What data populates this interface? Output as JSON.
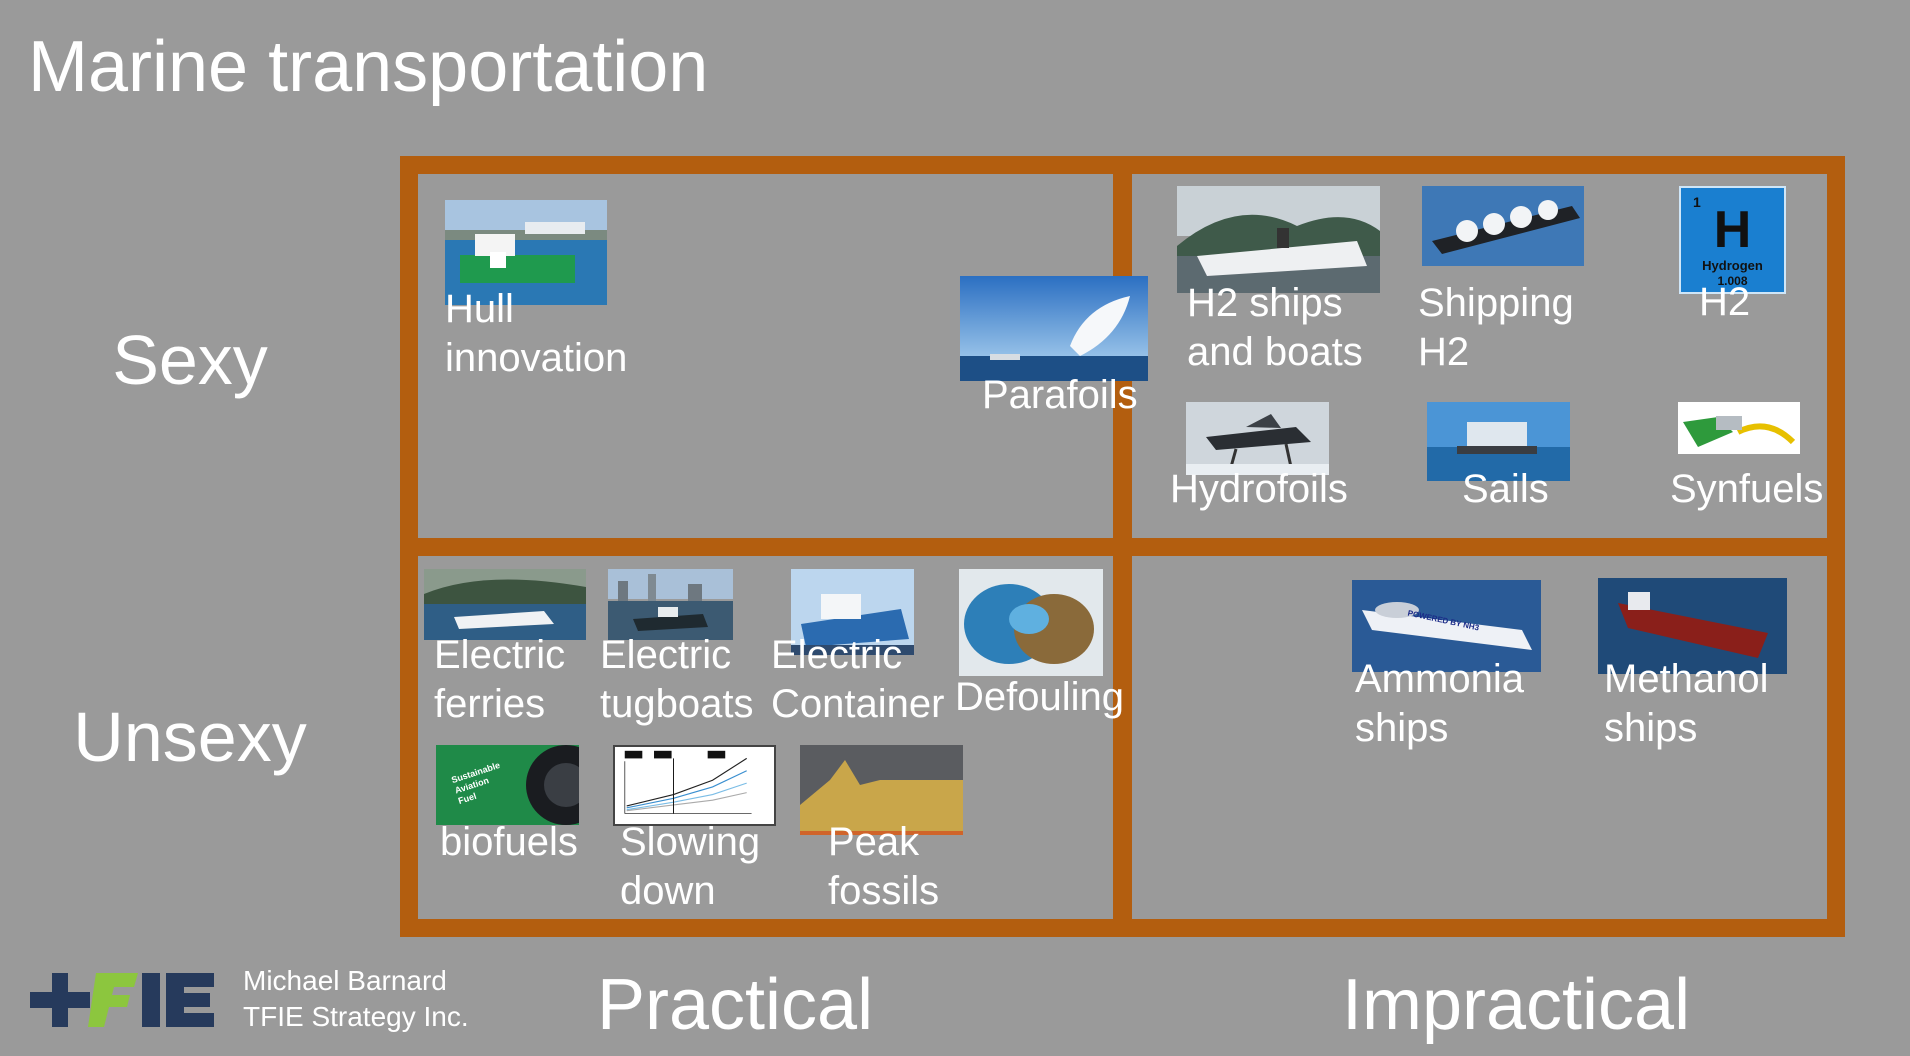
{
  "title": "Marine transportation",
  "rows": {
    "top": "Sexy",
    "bottom": "Unsexy"
  },
  "columns": {
    "left": "Practical",
    "right": "Impractical"
  },
  "colors": {
    "background": "#9a9a9a",
    "grid": "#b35e0f",
    "text": "#ffffff"
  },
  "author": {
    "name": "Michael Barnard",
    "company": "TFIE Strategy Inc."
  },
  "cells": {
    "sexy_practical": [
      {
        "line1": "Hull",
        "line2": "innovation",
        "icon": "offshore-vessel-photo"
      },
      {
        "line1": "Parafoils",
        "icon": "kite-ship-photo"
      }
    ],
    "sexy_impractical": [
      {
        "line1": "H2 ships",
        "line2": "and boats",
        "icon": "h2-ship-photo"
      },
      {
        "line1": "Shipping",
        "line2": "H2",
        "icon": "lh2-carrier-photo"
      },
      {
        "line1": "H2",
        "icon": "hydrogen-element-tile",
        "tile": {
          "number": "1",
          "symbol": "H",
          "name": "Hydrogen",
          "mass": "1.008"
        }
      },
      {
        "line1": "Hydrofoils",
        "icon": "hydrofoil-photo"
      },
      {
        "line1": "Sails",
        "icon": "sail-ship-photo"
      },
      {
        "line1": "Synfuels",
        "icon": "fuel-nozzle-photo"
      }
    ],
    "unsexy_practical": [
      {
        "line1": "Electric",
        "line2": "ferries",
        "icon": "ferry-photo"
      },
      {
        "line1": "Electric",
        "line2": "tugboats",
        "icon": "tugboat-photo"
      },
      {
        "line1": "Electric",
        "line2": "Container",
        "icon": "container-ship-photo"
      },
      {
        "line1": "Defouling",
        "icon": "fouled-hull-photo"
      },
      {
        "line1": "biofuels",
        "icon": "aviation-fuel-engine-photo",
        "engine_text": [
          "Sustainable",
          "Aviation",
          "Fuel"
        ]
      },
      {
        "line1": "Slowing",
        "line2": "down",
        "icon": "speed-chart-thumbnail"
      },
      {
        "line1": "Peak",
        "line2": "fossils",
        "icon": "fossil-chart-thumbnail"
      }
    ],
    "unsexy_impractical": [
      {
        "line1": "Ammonia",
        "line2": "ships",
        "icon": "ammonia-ship-photo",
        "hull_text": "POWERED BY NH3"
      },
      {
        "line1": "Methanol",
        "line2": "ships",
        "icon": "tanker-photo"
      }
    ]
  }
}
